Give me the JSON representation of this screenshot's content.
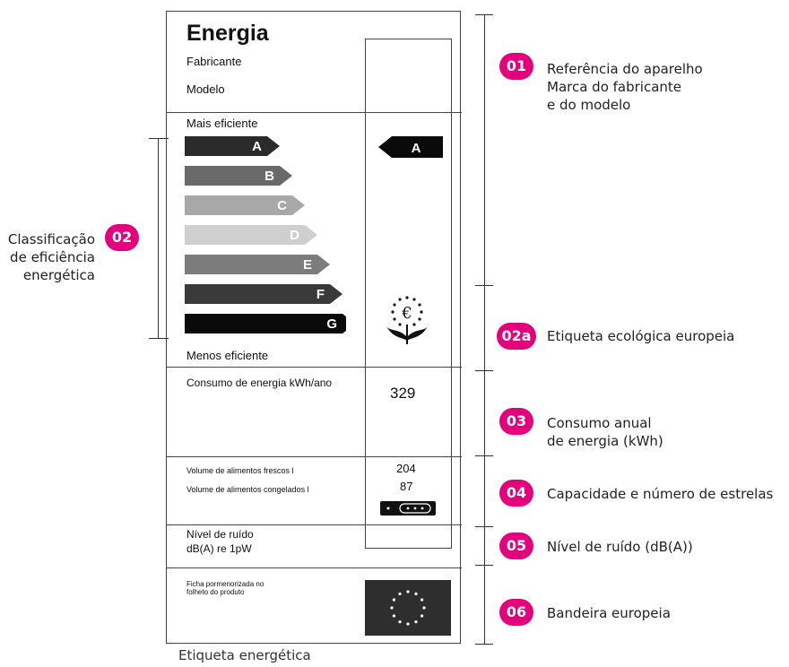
{
  "label": {
    "title": "Energia",
    "manufacturer": "Fabricante",
    "model": "Modelo",
    "more_efficient": "Mais eficiente",
    "less_efficient": "Menos eficiente",
    "classes": [
      {
        "letter": "A",
        "color": "#2b2b2b"
      },
      {
        "letter": "B",
        "color": "#6a6a6a"
      },
      {
        "letter": "C",
        "color": "#a8a8a8"
      },
      {
        "letter": "D",
        "color": "#cfcfcf"
      },
      {
        "letter": "E",
        "color": "#7c7c7c"
      },
      {
        "letter": "F",
        "color": "#3a3a3a"
      },
      {
        "letter": "G",
        "color": "#0a0a0a"
      }
    ],
    "rating": "A",
    "consumption_label": "Consumo de energia kWh/ano",
    "consumption_value": "329",
    "fresh_volume_label": "Volume de alimentos frescos l",
    "fresh_volume_value": "204",
    "frozen_volume_label": "Volume de alimentos congelados l",
    "frozen_volume_value": "87",
    "noise_label_line1": "Nível de ruído",
    "noise_label_line2": "dB(A) re 1pW",
    "leaflet_line1": "Ficha pormenorizada no",
    "leaflet_line2": "folheto do produto"
  },
  "caption": "Etiqueta energética",
  "callouts": [
    {
      "badge": "01",
      "lines": [
        "Referência do aparelho",
        "Marca do fabricante",
        "e do modelo"
      ]
    },
    {
      "badge": "02",
      "lines": [
        "Classificação",
        "de eficiência",
        "energética"
      ]
    },
    {
      "badge": "02a",
      "lines": [
        "Etiqueta ecológica europeia"
      ]
    },
    {
      "badge": "03",
      "lines": [
        "Consumo anual",
        "de energia (kWh)"
      ]
    },
    {
      "badge": "04",
      "lines": [
        "Capacidade e número de estrelas"
      ]
    },
    {
      "badge": "05",
      "lines": [
        "Nível de ruído (dB(A))"
      ]
    },
    {
      "badge": "06",
      "lines": [
        "Bandeira europeia"
      ]
    }
  ],
  "colors": {
    "accent": "#e4007c",
    "flag": "#2e2e2e"
  },
  "icons": [
    "eu-ecolabel-flower-icon",
    "eu-flag-icon",
    "freezer-stars-icon"
  ]
}
